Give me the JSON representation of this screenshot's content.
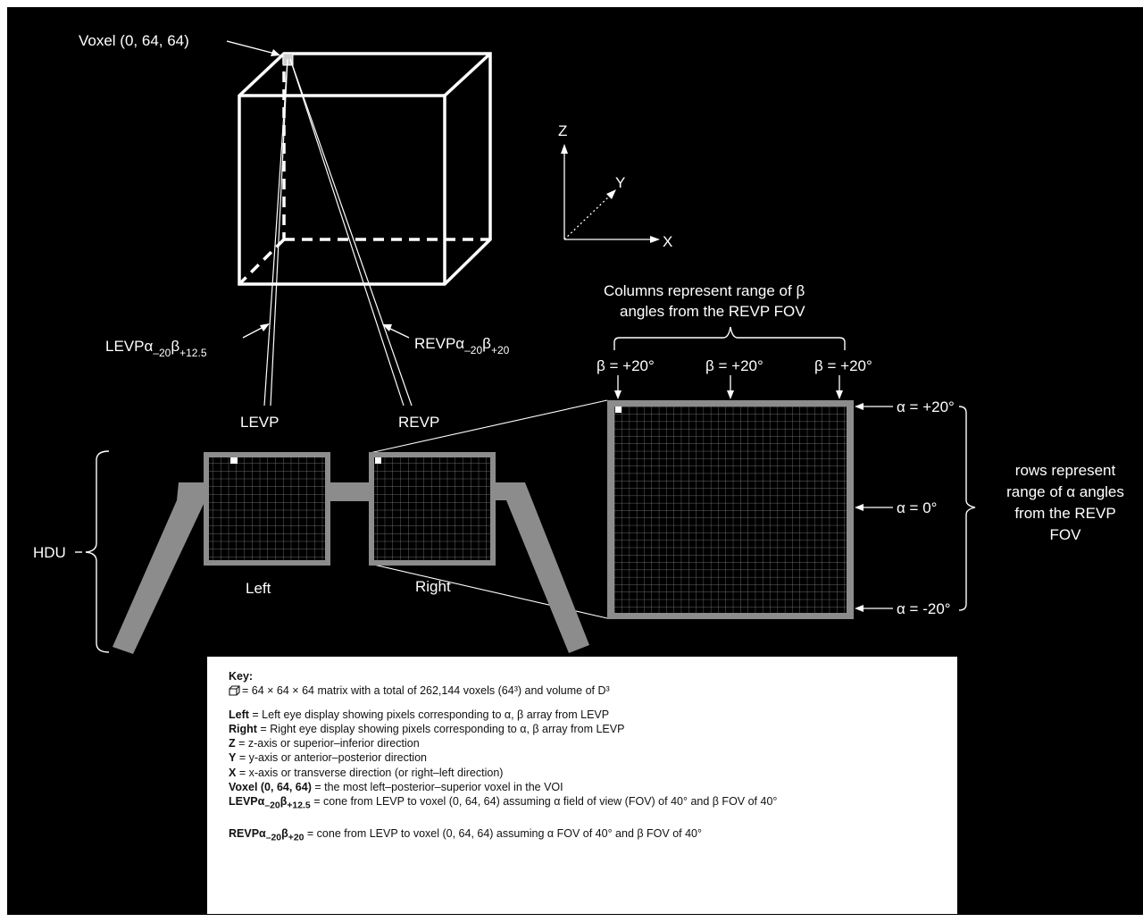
{
  "labels": {
    "voxel": "Voxel (0, 64, 64)",
    "axis_z": "Z",
    "axis_y": "Y",
    "axis_x": "X",
    "columns_line1": "Columns represent range of β",
    "columns_line2": "angles from the REVP FOV",
    "levp_cone_base": "LEVPα",
    "levp_cone_sub_alpha": "–20",
    "levp_cone_beta": "β",
    "levp_cone_sub_beta": "+12.5",
    "revp_cone_base": "REVPα",
    "revp_cone_sub_alpha": "–20",
    "revp_cone_beta": "β",
    "revp_cone_sub_beta": "+20",
    "beta_left": "β = +20°",
    "beta_mid": "β = +20°",
    "beta_right": "β = +20°",
    "alpha_top": "α = +20°",
    "alpha_mid": "α = 0°",
    "alpha_bottom": "α = -20°",
    "rows_line1": "rows represent",
    "rows_line2": "range of α angles",
    "rows_line3": "from the REVP",
    "rows_line4": "FOV",
    "levp": "LEVP",
    "revp": "REVP",
    "left": "Left",
    "right": "Right",
    "hdu": "HDU"
  },
  "key": {
    "title": "Key:",
    "cube_def": "= 64 × 64 × 64 matrix with a total of 262,144 voxels (64³) and volume of D³",
    "left_term": "Left",
    "left_def": "= Left eye display showing pixels corresponding to α, β array from LEVP",
    "right_term": "Right",
    "right_def": "= Right eye display showing pixels corresponding to α, β array from LEVP",
    "z_term": "Z",
    "z_def": "= z-axis or superior–inferior direction",
    "y_term": "Y",
    "y_def": "= y-axis or anterior–posterior direction",
    "x_term": "X",
    "x_def": "= x-axis or transverse direction (or right–left direction)",
    "voxel_term": "Voxel (0, 64, 64)",
    "voxel_def": "= the most left–posterior–superior voxel in the VOI",
    "levp_term_base": "LEVPα",
    "levp_term_sub_alpha": "–20",
    "levp_term_beta": "β",
    "levp_term_sub_beta": "+12.5",
    "levp_def": "= cone from LEVP to voxel (0, 64, 64) assuming α field of view (FOV) of 40° and β FOV of 40°",
    "revp_term_base": "REVPα",
    "revp_term_sub_alpha": "–20",
    "revp_term_beta": "β",
    "revp_term_sub_beta": "+20",
    "revp_def": "= cone from LEVP to voxel (0, 64, 64) assuming α FOV of 40° and β FOV of 40°"
  },
  "colors": {
    "background": "#000000",
    "line": "#ffffff",
    "display_frame": "#8c8c8c",
    "key_background": "#ffffff",
    "key_text": "#111111"
  },
  "icons": {
    "cube": "cube-outline-icon"
  }
}
